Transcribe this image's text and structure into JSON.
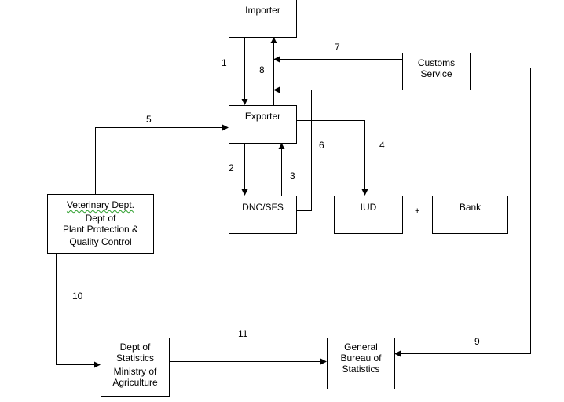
{
  "nodes": {
    "importer": {
      "lines": [
        "Importer"
      ]
    },
    "customs": {
      "lines": [
        "Customs",
        "Service"
      ]
    },
    "exporter": {
      "lines": [
        "Exporter"
      ]
    },
    "dnc": {
      "lines": [
        "DNC/SFS"
      ]
    },
    "iud": {
      "lines": [
        "IUD"
      ]
    },
    "bank": {
      "lines": [
        "Bank"
      ]
    },
    "vet": {
      "lines": [
        "Veterinary Dept.",
        "Dept of",
        "Plant Protection &",
        "Quality Control"
      ]
    },
    "stats": {
      "lines": [
        "Dept of",
        "Statistics",
        "Ministry of",
        "Agriculture"
      ]
    },
    "bureau": {
      "lines": [
        "General",
        "Bureau of",
        "Statistics"
      ]
    }
  },
  "plus_sign": "+",
  "edge_labels": {
    "e1": "1",
    "e2": "2",
    "e3": "3",
    "e4": "4",
    "e5": "5",
    "e6": "6",
    "e7": "7",
    "e8": "8",
    "e9": "9",
    "e10": "10",
    "e11": "11"
  }
}
